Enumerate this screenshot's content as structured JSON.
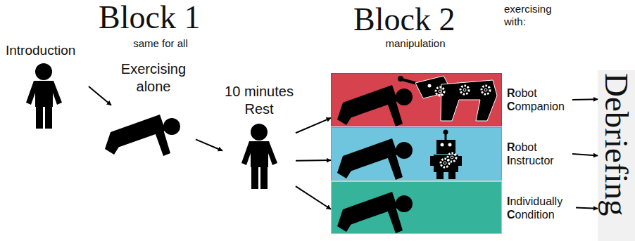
{
  "diagram": {
    "nodes": [
      {
        "text": [
          "Introduction"
        ]
      },
      {
        "text": [
          "Exercising alone"
        ]
      },
      {
        "text": [
          "10 minutes Rest"
        ]
      },
      {
        "text": [
          "Robot Companion"
        ]
      },
      {
        "text": [
          "Robot Instructor"
        ]
      },
      {
        "text": [
          "Individually Condition"
        ]
      },
      {
        "text": [
          "Debriefing"
        ]
      }
    ],
    "edges": [
      {
        "from": 0,
        "to": 1,
        "arrow": "to"
      },
      {
        "from": 1,
        "to": 2,
        "arrow": "to"
      },
      {
        "from": 2,
        "to": 3,
        "arrow": "to"
      },
      {
        "from": 2,
        "to": 4,
        "arrow": "to"
      },
      {
        "from": 2,
        "to": 5,
        "arrow": "to"
      },
      {
        "from": 3,
        "to": 6,
        "arrow": "to"
      },
      {
        "from": 4,
        "to": 6,
        "arrow": "to"
      },
      {
        "from": 5,
        "to": 6,
        "arrow": "to"
      }
    ],
    "labels": [
      "Block 1",
      "same for all",
      "Block 2",
      "manipulation",
      "exercising with:"
    ]
  }
}
